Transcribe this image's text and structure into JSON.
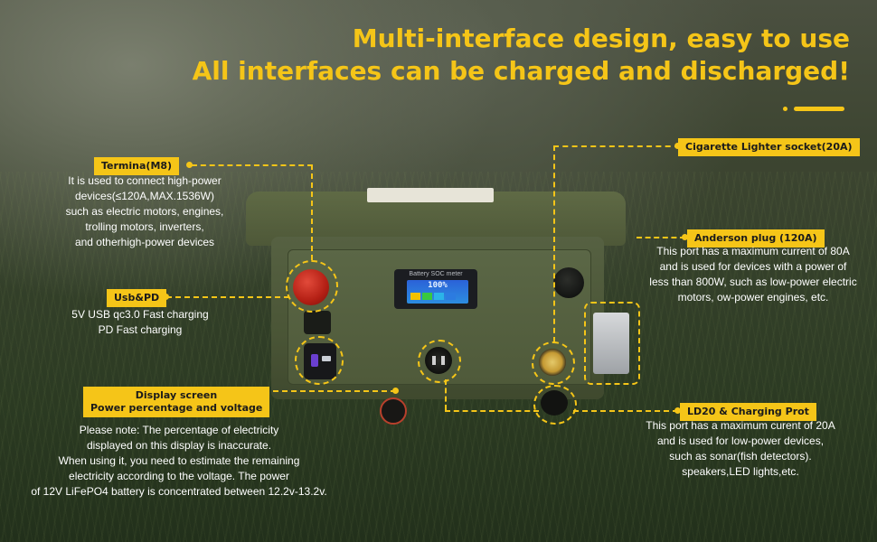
{
  "headline": {
    "line1": "Multi-interface design, easy to use",
    "line2": "All interfaces can be charged and discharged!"
  },
  "callouts": {
    "terminal": {
      "tag": "Termina(M8)",
      "lines": [
        "It is used to connect high-power",
        "devices(≤120A,MAX.1536W)",
        "such as electric motors, engines,",
        "trolling motors, inverters,",
        "and otherhigh-power devices"
      ]
    },
    "usb": {
      "tag": "Usb&PD",
      "lines": [
        "5V USB qc3.0 Fast charging",
        "PD Fast charging"
      ]
    },
    "display": {
      "tag_line1": "Display screen",
      "tag_line2": "Power percentage and voltage",
      "lines": [
        "Please note: The percentage of electricity",
        "displayed on this display is inaccurate.",
        "When using it, you need to estimate the remaining",
        "electricity according to the voltage. The power",
        "of 12V LiFePO4 battery is concentrated between 12.2v-13.2v."
      ]
    },
    "cigarette": {
      "tag": "Cigarette Lighter socket(20A)"
    },
    "anderson": {
      "tag": "Anderson plug (120A)",
      "lines": [
        "This port has a maximum current of 80A",
        "and is used for devices with a power of",
        "less than 800W, such as low-power electric",
        "motors, ow-power engines, etc."
      ]
    },
    "ld20": {
      "tag": "LD20 & Charging Prot",
      "lines": [
        "This port has a maximum curent of 20A",
        "and is used for low-power devices,",
        "such as sonar(fish detectors).",
        "speakers,LED lights,etc."
      ]
    }
  },
  "device_display": {
    "header": "Battery SOC meter",
    "value": "100%",
    "bar_colors": [
      "#f2c200",
      "#39c93f",
      "#2bb3e8",
      "#2c7be0"
    ]
  },
  "colors": {
    "accent": "#f5c518",
    "text": "#ffffff"
  }
}
